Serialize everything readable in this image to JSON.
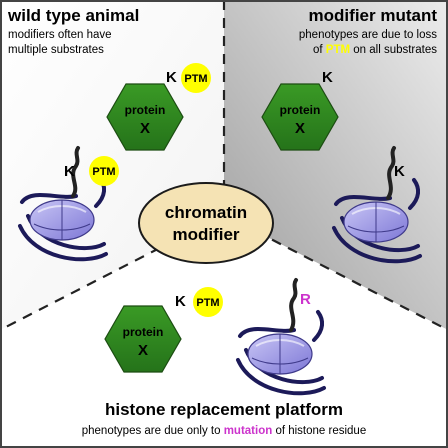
{
  "panels": {
    "wild_type": {
      "title": "wild type animal",
      "subtitle_line1": "modifiers often have",
      "subtitle_line2": "multiple substrates"
    },
    "modifier_mutant": {
      "title": "modifier mutant",
      "subtitle_line1": "phenotypes are due to loss",
      "subtitle_line2_a": "of ",
      "subtitle_line2_highlight": "PTM",
      "subtitle_line2_b": " on all substrates"
    },
    "replacement": {
      "title": "histone replacement platform",
      "subtitle_a": "phenotypes are due only to ",
      "subtitle_highlight": "mutation",
      "subtitle_b": " of histone residue"
    }
  },
  "center": {
    "line1": "chromatin",
    "line2": "modifier"
  },
  "labels": {
    "protein": "protein",
    "x": "X",
    "lysine": "K",
    "ptm": "PTM",
    "mutant_residue": "R"
  },
  "icons": [
    "protein-hexagon-icon",
    "nucleosome-icon",
    "ptm-circle-icon"
  ],
  "colors": {
    "protein_green": "#2f8a1e",
    "ptm_yellow": "#ffff00",
    "modifier_fill": "#f5e3b4",
    "histone_purple": "#8f8ae0",
    "dna_navy": "#1c1a59",
    "mutation_magenta": "#cc33cc",
    "mutant_gray_dark": "#9d9d9d"
  }
}
